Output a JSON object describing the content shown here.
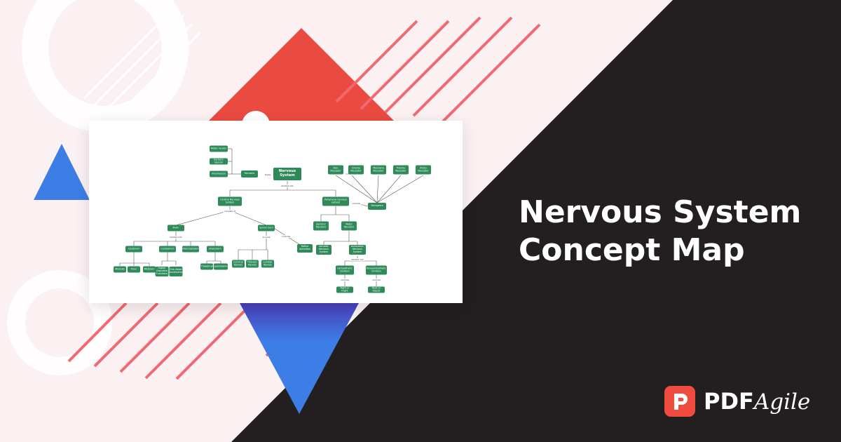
{
  "headline": {
    "line1": "Nervous System",
    "line2": "Concept Map"
  },
  "brand": {
    "name_bold": "PDF",
    "name_script": "Agile",
    "icon": "pdf-agile-logo-icon"
  },
  "colors": {
    "background": "#fbf1f3",
    "dark_panel": "#231f20",
    "red": "#ea4a40",
    "stripe": "#f06a72",
    "blue": "#3c7ee6",
    "node_green": "#2f8a5a"
  },
  "concept_map": {
    "nodes": {
      "nervous_system": "Nervous System",
      "neurons": "Neurons",
      "motor_neuron": "Motor neuron",
      "sensory_neuron": "Sensory neuron",
      "interneuron": "Interneuron",
      "cns": "Central Nervous System",
      "pns": "Peripheral nervous system",
      "brain": "Brain",
      "spinal_cord": "Spinal Cord",
      "cerebrum": "Cerebrum",
      "cerebellum": "Cerebellum",
      "diencephalon": "Diencephalon",
      "brainstem": "Brainstem",
      "medulla": "Medulla",
      "pons": "Pons",
      "midbrain": "Midbrain",
      "higher_cognitive": "Higher Cognitive Functions",
      "motor_coordination": "Fine Motor Coordination",
      "thalamus": "Thalamus",
      "hypothalamus": "Hypothalamus",
      "cervical": "Cervical Nerves",
      "thoracic": "Thoracic Nerves",
      "lumbar": "Lumbar Nerves",
      "reflex": "Reflex Activities",
      "receptors": "Receptors",
      "pain": "Pain Receptor",
      "chemo": "Chemo Receptor",
      "mechano": "Mechano Receptor",
      "thermo": "Thermo Receptor",
      "photo": "Photo Receptor",
      "sensory_neurons": "Sensory Neurons",
      "motor_neurons": "Motor Neurons",
      "somatic": "Somatic Nervous System",
      "autonomic": "Autonomic Nervous System",
      "sympathetic": "Sympathetic Division",
      "parasympathetic": "Parasympathetic Division",
      "fight_flight": "Fight or Flight",
      "rest_digest": "Rest or Digest"
    },
    "link_labels": {
      "types": "Types",
      "divided_into": "divided into",
      "consists_of": "consists of",
      "include": "include",
      "controls": "controls",
      "divided_into_2": "divided into",
      "controls_2": "controls",
      "controls_3": "controls"
    }
  }
}
